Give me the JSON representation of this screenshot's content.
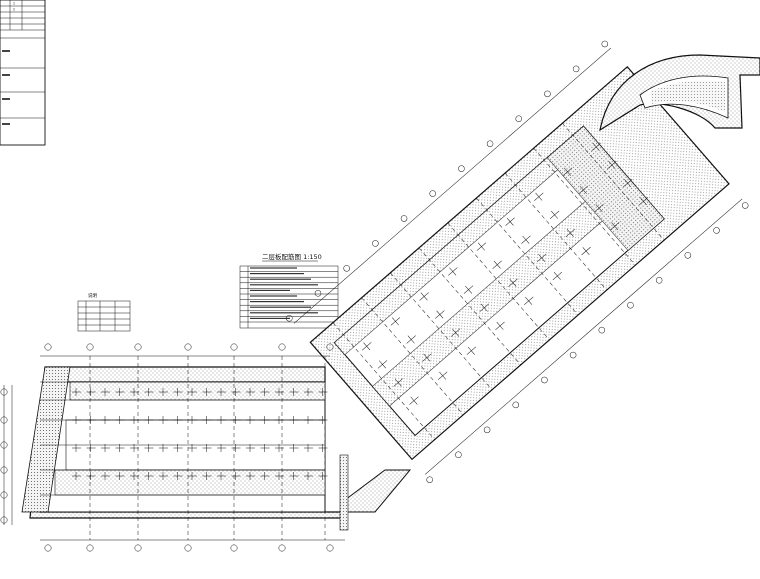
{
  "drawing": {
    "title": "二层板配筋图 1:150",
    "colors": {
      "line": "#111111",
      "paper": "#ffffff",
      "hatch": "#888888"
    }
  },
  "left_table": {
    "cells": [
      "1",
      "2"
    ]
  },
  "legend_table": {
    "heading": "说明"
  },
  "scale_note": "1:150"
}
